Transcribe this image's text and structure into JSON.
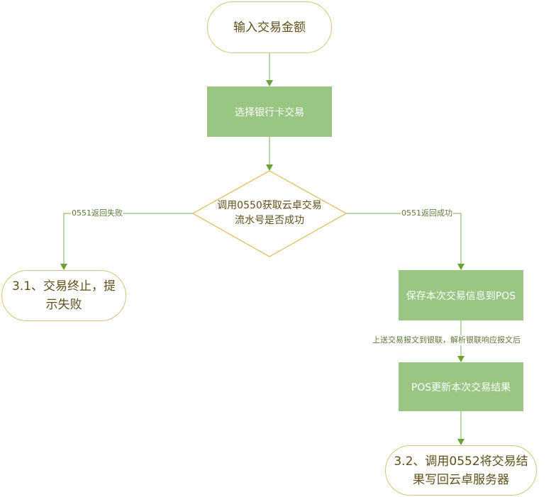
{
  "colors": {
    "terminal_border": "#d9c27a",
    "terminal_text": "#5e4f1c",
    "process_fill": "#9ac684",
    "process_text": "#ffffff",
    "decision_border": "#e0c66e",
    "edge": "#a5c98a",
    "arrowhead": "#6aa236",
    "edge_label_text": "#5f7a3a"
  },
  "nodes": {
    "start": {
      "type": "terminal",
      "label": "输入交易金额"
    },
    "select_card": {
      "type": "process",
      "label": "选择银行卡交易"
    },
    "decision": {
      "type": "decision",
      "lines": [
        "调用0550获取云卓交易",
        "流水号是否成功"
      ]
    },
    "fail_end": {
      "type": "terminal",
      "lines": [
        "3.1、交易终止，提",
        "示失败"
      ]
    },
    "save_info": {
      "type": "process",
      "label": "保存本次交易信息到POS"
    },
    "update_result": {
      "type": "process",
      "label": "POS更新本次交易结果"
    },
    "success_end": {
      "type": "terminal",
      "lines": [
        "3.2、调用0552将交易结",
        "果写回云卓服务器"
      ]
    }
  },
  "edges": {
    "start_to_select": {
      "label": ""
    },
    "select_to_decision": {
      "label": ""
    },
    "decision_fail": {
      "label": "0551返回失败"
    },
    "decision_success": {
      "label": "0551返回成功"
    },
    "save_to_update": {
      "label": "上送交易报文到银联，解析银联响应报文后"
    },
    "update_to_end": {
      "label": ""
    }
  }
}
